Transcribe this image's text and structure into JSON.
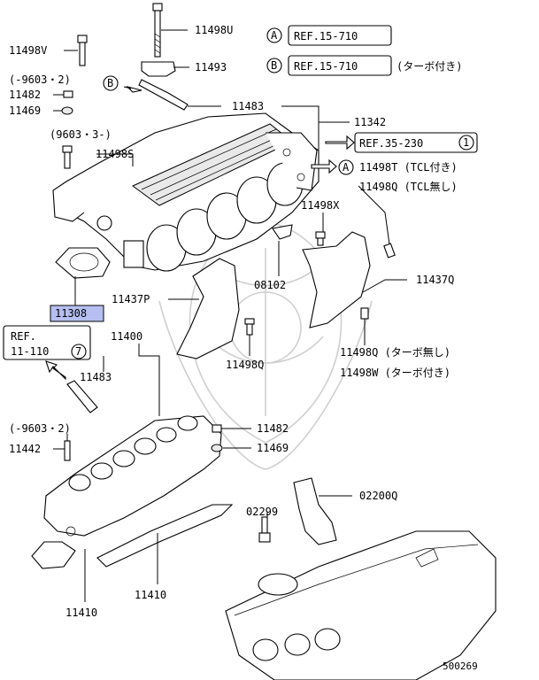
{
  "labels": {
    "p11498u": "11498U",
    "p11493": "11493",
    "p11498v": "11498V",
    "date_9603_2_top": "(-9603・2)",
    "p11482_top": "11482",
    "p11469_top": "11469",
    "p11483_top": "11483",
    "p11342": "11342",
    "date_9603_3": "(9603・3-)",
    "p11498s": "11498S",
    "p11498t": "11498T (TCL付き)",
    "p11498q_tcl": "11498Q (TCL無し)",
    "p11498x": "11498X",
    "p08102": "08102",
    "p11437p": "11437P",
    "p11437q": "11437Q",
    "p11308": "11308",
    "p11498q_mid": "11498Q",
    "p11498q_turbo": "11498Q (ターボ無し)",
    "p11498w_turbo": "11498W (ターボ付き)",
    "p11400": "11400",
    "p11483_bot": "11483",
    "date_9603_2_bot": "(-9603・2)",
    "p11442": "11442",
    "p11482_bot": "11482",
    "p11469_bot": "11469",
    "p02200q": "02200Q",
    "p02299": "02299",
    "p11410_a": "11410",
    "p11410_b": "11410",
    "diagram_id": "500269"
  },
  "refs": {
    "a_circle": "A",
    "a_ref": "REF.15-710",
    "b_circle": "B",
    "b_ref": "REF.15-710",
    "b_note": "(ターボ付き)",
    "b_small": "B",
    "c_ref": "REF.35-230",
    "c_num": "1",
    "a_small": "A",
    "d_ref_line1": "REF.",
    "d_ref_line2": "11-110",
    "d_num": "7"
  }
}
